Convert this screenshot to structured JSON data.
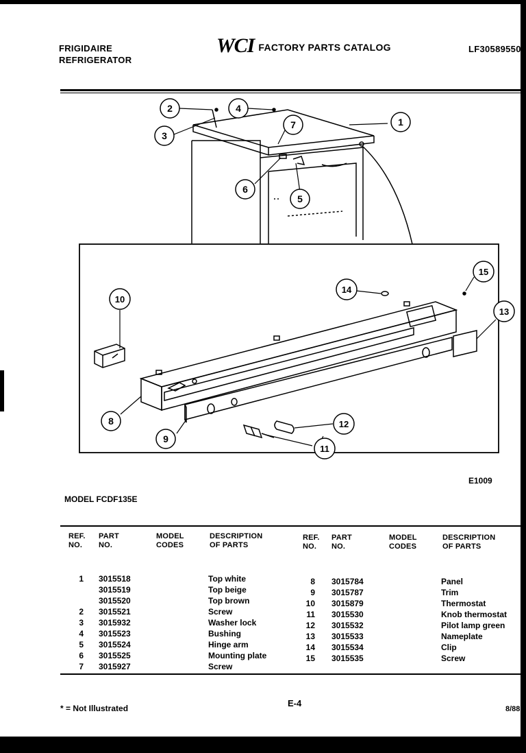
{
  "header": {
    "brand_line1": "FRIGIDAIRE",
    "brand_line2": "REFRIGERATOR",
    "logo": "WCI",
    "catalog_title": "FACTORY PARTS CATALOG",
    "catalog_code": "LF30589550"
  },
  "diagram": {
    "figure_ref": "E1009",
    "callouts": [
      "1",
      "2",
      "3",
      "4",
      "5",
      "6",
      "7",
      "8",
      "9",
      "10",
      "11",
      "12",
      "13",
      "14",
      "15"
    ]
  },
  "model_label": "MODEL FCDF135E",
  "table": {
    "headers": {
      "ref_1": "REF.",
      "ref_2": "NO.",
      "part_1": "PART",
      "part_2": "NO.",
      "model_1": "MODEL",
      "model_2": "CODES",
      "desc_1": "DESCRIPTION",
      "desc_2": "OF PARTS"
    },
    "left_rows": [
      {
        "ref": "1",
        "part": "3015518",
        "desc": "Top white"
      },
      {
        "ref": "",
        "part": "3015519",
        "desc": "Top beige"
      },
      {
        "ref": "",
        "part": "3015520",
        "desc": "Top brown"
      },
      {
        "ref": "2",
        "part": "3015521",
        "desc": "Screw"
      },
      {
        "ref": "3",
        "part": "3015932",
        "desc": "Washer lock"
      },
      {
        "ref": "4",
        "part": "3015523",
        "desc": "Bushing"
      },
      {
        "ref": "5",
        "part": "3015524",
        "desc": "Hinge arm"
      },
      {
        "ref": "6",
        "part": "3015525",
        "desc": "Mounting plate"
      },
      {
        "ref": "7",
        "part": "3015927",
        "desc": "Screw"
      }
    ],
    "right_rows": [
      {
        "ref": "8",
        "part": "3015784",
        "desc": "Panel"
      },
      {
        "ref": "9",
        "part": "3015787",
        "desc": "Trim"
      },
      {
        "ref": "10",
        "part": "3015879",
        "desc": "Thermostat"
      },
      {
        "ref": "11",
        "part": "3015530",
        "desc": "Knob thermostat"
      },
      {
        "ref": "12",
        "part": "3015532",
        "desc": "Pilot lamp green"
      },
      {
        "ref": "13",
        "part": "3015533",
        "desc": "Nameplate"
      },
      {
        "ref": "14",
        "part": "3015534",
        "desc": "Clip"
      },
      {
        "ref": "15",
        "part": "3015535",
        "desc": "Screw"
      }
    ]
  },
  "footer": {
    "note": "* = Not Illustrated",
    "page": "E-4",
    "date": "8/88"
  }
}
